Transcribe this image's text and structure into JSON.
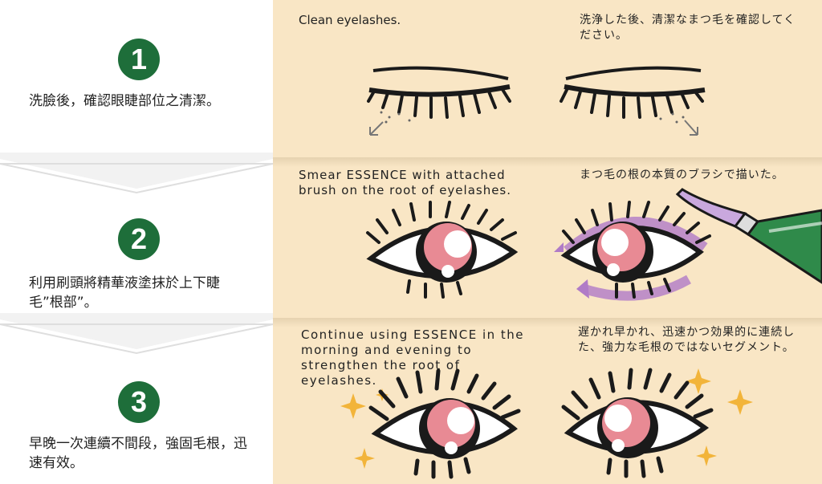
{
  "steps": [
    {
      "number": "1",
      "zh": "洗臉後，確認眼睫部位之清潔。",
      "en": "Clean eyelashes.",
      "jp": "洗浄した後、清潔なまつ毛を確認してください。"
    },
    {
      "number": "2",
      "zh": "利用刷頭將精華液塗抹於上下睫毛”根部”。",
      "en": "Smear ESSENCE with attached brush on the root of eyelashes.",
      "jp": "まつ毛の根の本質のブラシで描いた。"
    },
    {
      "number": "3",
      "zh": "早晚一次連續不間段，強固毛根，迅速有效。",
      "en": "Continue using ESSENCE in the morning and evening to strengthen the root of eyelashes.",
      "jp": "遅かれ早かれ、迅速かつ効果的に連続した、強力な毛根のではないセグメント。"
    }
  ],
  "colors": {
    "green": "#1e6e3a",
    "cream": "#f9e6c5",
    "pink": "#e88a94",
    "purple": "#b07bc7",
    "gold": "#f2b43a"
  }
}
